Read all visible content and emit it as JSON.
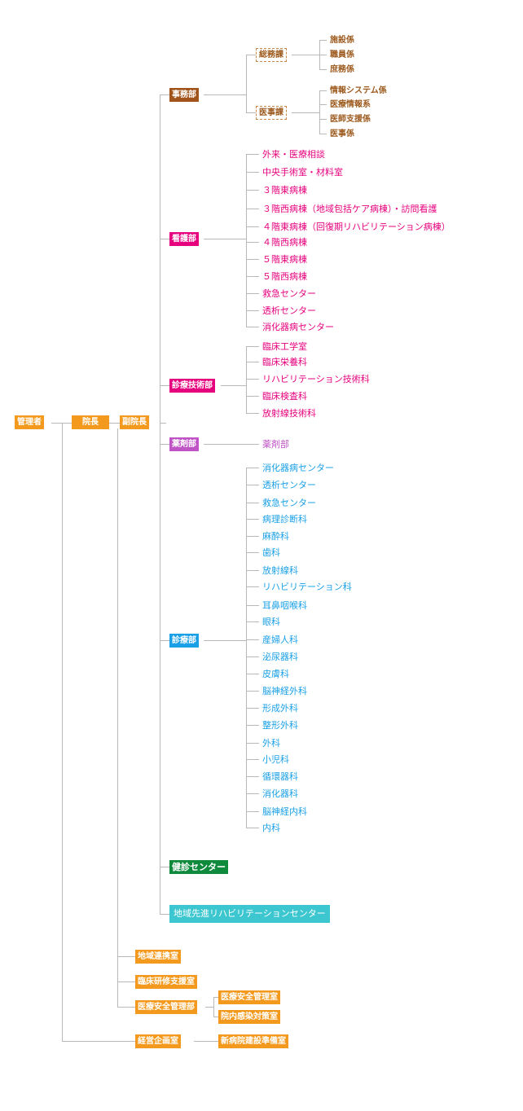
{
  "colors": {
    "orange": "#f39a1e",
    "brown": "#a0531a",
    "brown_text": "#9c5a1e",
    "pink": "#e6007e",
    "purple": "#c053c6",
    "blue": "#1aa0e6",
    "green": "#0f8a3c",
    "cyan": "#3cc6cf",
    "line": "#b8b8b8"
  },
  "top": {
    "admin": "管理者",
    "director": "院長",
    "vice_director": "副院長"
  },
  "jimu": {
    "label": "事務部",
    "soumu": {
      "label": "総務課",
      "items": [
        "施設係",
        "職員係",
        "庶務係"
      ]
    },
    "iji": {
      "label": "医事課",
      "items": [
        "情報システム係",
        "医療情報系",
        "医師支援係",
        "医事係"
      ]
    }
  },
  "kango": {
    "label": "看護部",
    "items": [
      "外来・医療相談",
      "中央手術室・材料室",
      "３階東病棟",
      "３階西病棟（地域包括ケア病棟）・訪問看護",
      "４階東病棟（回復期リハビリテーション病棟）",
      "４階西病棟",
      "５階東病棟",
      "５階西病棟",
      "救急センター",
      "透析センター",
      "消化器病センター"
    ]
  },
  "gijutsu": {
    "label": "診療技術部",
    "items": [
      "臨床工学室",
      "臨床栄養科",
      "リハビリテーション技術科",
      "臨床検査科",
      "放射線技術科"
    ]
  },
  "yakuzai": {
    "label": "薬剤部",
    "items": [
      "薬剤部"
    ]
  },
  "shinryo": {
    "label": "診療部",
    "items": [
      "消化器病センター",
      "透析センター",
      "救急センター",
      "病理診断科",
      "麻酔科",
      "歯科",
      "放射線科",
      "リハビリテーション科",
      "耳鼻咽喉科",
      "眼科",
      "産婦人科",
      "泌尿器科",
      "皮膚科",
      "脳神経外科",
      "形成外科",
      "整形外科",
      "外科",
      "小児科",
      "循環器科",
      "消化器科",
      "脳神経内科",
      "内科"
    ]
  },
  "kenshin": {
    "label": "健診センター"
  },
  "rehab_center": {
    "label": "地域先進リハビリテーションセンター"
  },
  "bottom": {
    "renkei": "地域連携室",
    "kenshu": "臨床研修支援室",
    "anzen": {
      "label": "医療安全管理部",
      "items": [
        "医療安全管理室",
        "院内感染対策室"
      ]
    },
    "keiei": {
      "label": "経営企画室",
      "items": [
        "新病院建設準備室"
      ]
    }
  }
}
